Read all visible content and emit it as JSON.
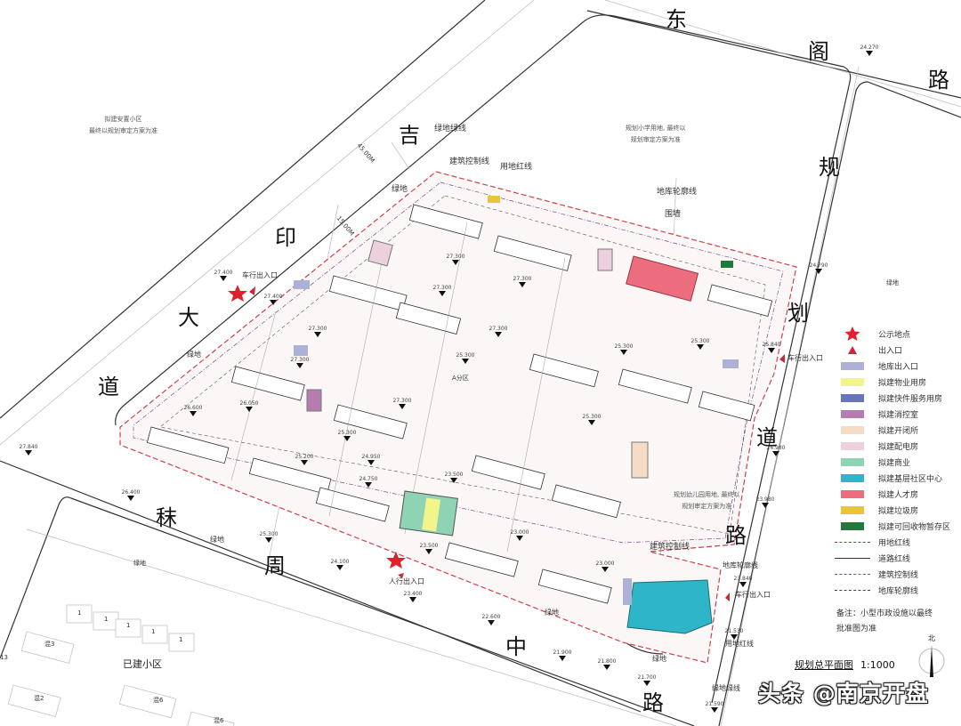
{
  "roads": {
    "top": [
      "东",
      "阁",
      "路"
    ],
    "right": [
      "规",
      "划",
      "道",
      "路"
    ],
    "left": [
      "吉",
      "印",
      "大",
      "道"
    ],
    "bottom": [
      "秣",
      "周",
      "中",
      "路"
    ]
  },
  "notes": {
    "top_left": [
      "拟建安置小区",
      "最终以规划审定方案为准"
    ],
    "school": [
      "规划小学用地, 最终以",
      "规划审定方案为准"
    ],
    "kindergarten": [
      "规划幼儿园用地, 最终以",
      "规划审定方案为准"
    ]
  },
  "labels": {
    "green_line_top": "绿地绿线",
    "building_control_top": "建筑控制线",
    "land_red_top": "用地红线",
    "green_nw": "绿地",
    "garage_outline_top": "地库轮廓线",
    "wall": "围墙",
    "green_east": "绿地",
    "vehicle_entry_west": "车行出入口",
    "vehicle_entry_east": "车行出入口",
    "vehicle_entry_se": "车行出入口",
    "pedestrian_entry": "人行出入口",
    "zone": "A分区",
    "green_west": "绿地",
    "green_sw": "绿地",
    "green_south_road": "绿地",
    "building_control_se": "建筑控制线",
    "garage_outline_se": "地库轮廓线",
    "green_south": "绿地",
    "land_red_se": "用地红线",
    "green_se": "绿地",
    "green_line_se": "绿地绿线",
    "road_width_1": "45.00M",
    "road_width_2": "15.00M",
    "existing_community": "已建小区",
    "mix": [
      "混3",
      "混2",
      "混6",
      "混6",
      "13"
    ],
    "ones": [
      "1",
      "1",
      "1",
      "1",
      "1"
    ]
  },
  "elevations": [
    "27.400",
    "27.400",
    "27.300",
    "27.300",
    "27.300",
    "27.300",
    "27.300",
    "27.300",
    "25.300",
    "27.300",
    "26.050",
    "26.600",
    "27.840",
    "25.300",
    "25.200",
    "24.950",
    "24.750",
    "23.500",
    "25.300",
    "26.400",
    "25.300",
    "24.100",
    "23.500",
    "23.400",
    "23.000",
    "22.600",
    "21.900",
    "21.800",
    "21.700",
    "21.590",
    "21.530",
    "23.840",
    "23.980",
    "24.980",
    "25.840",
    "24.790",
    "24.270",
    "23.000",
    "25.300",
    "25.300"
  ],
  "legend": {
    "items": [
      {
        "label": "公示地点",
        "kind": "star",
        "color": "#e0202e"
      },
      {
        "label": "出入口",
        "kind": "triangle",
        "color": "#c8283a"
      },
      {
        "label": "地库出入口",
        "kind": "swatch",
        "color": "#aeb1d6"
      },
      {
        "label": "拟建物业用房",
        "kind": "swatch",
        "color": "#f1f58a"
      },
      {
        "label": "拟建快件服务用房",
        "kind": "swatch",
        "color": "#6a74b8"
      },
      {
        "label": "拟建消控室",
        "kind": "swatch",
        "color": "#b67bb0"
      },
      {
        "label": "拟建开闭所",
        "kind": "swatch",
        "color": "#f6dcc6"
      },
      {
        "label": "拟建配电房",
        "kind": "swatch",
        "color": "#ecd0dd"
      },
      {
        "label": "拟建商业",
        "kind": "swatch",
        "color": "#8fd3b5"
      },
      {
        "label": "拟建基层社区中心",
        "kind": "swatch",
        "color": "#2fb5c8"
      },
      {
        "label": "拟建人才房",
        "kind": "swatch",
        "color": "#ec6d7d"
      },
      {
        "label": "拟建垃圾房",
        "kind": "swatch",
        "color": "#e8c53a"
      },
      {
        "label": "拟建可回收物暂存区",
        "kind": "swatch",
        "color": "#1f7a3e"
      },
      {
        "label": "用地红线",
        "kind": "line-red-dash",
        "color": "#c8283a"
      },
      {
        "label": "道路红线",
        "kind": "line-solid",
        "color": "#333333"
      },
      {
        "label": "建筑控制线",
        "kind": "line-dashdot",
        "color": "#7a4a8a"
      },
      {
        "label": "地库轮廓线",
        "kind": "line-dash",
        "color": "#444444"
      }
    ],
    "remark": [
      "备注：小型市政设施以最终",
      "批准图为准"
    ]
  },
  "title": {
    "name": "规划总平面图",
    "scale": "1:1000"
  },
  "compass": "北",
  "watermark": "头条 @南京开盘"
}
